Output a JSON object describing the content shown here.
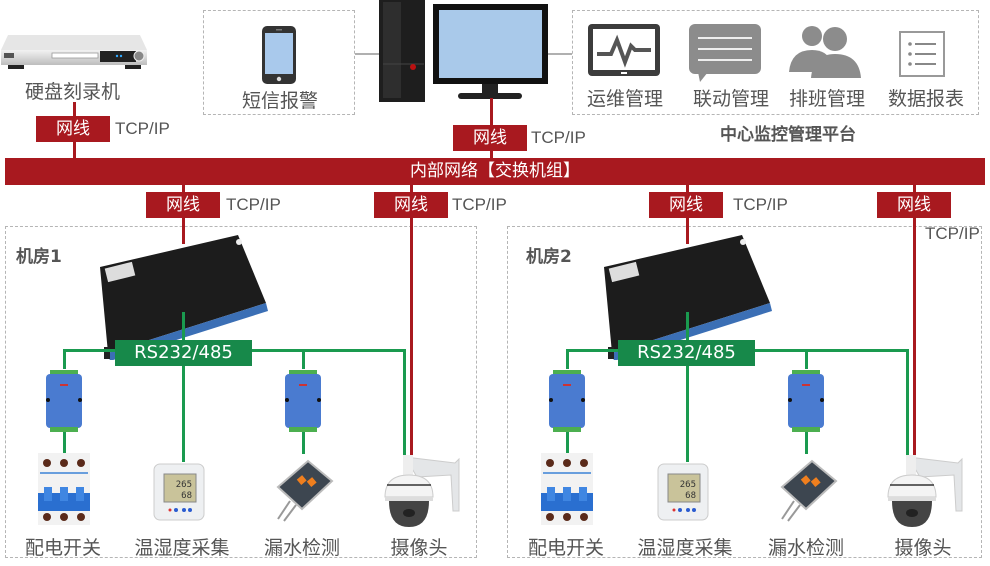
{
  "top": {
    "recorder": {
      "label": "硬盘刻录机",
      "icon": "dvr-recorder-icon"
    },
    "sms": {
      "label": "短信报警",
      "icon": "smartphone-icon"
    },
    "workstation": {
      "icon": "desktop-computer-icon"
    },
    "platform": {
      "title": "中心监控管理平台",
      "items": [
        {
          "label": "运维管理",
          "icon": "monitor-pulse-icon"
        },
        {
          "label": "联动管理",
          "icon": "chat-bubble-icon"
        },
        {
          "label": "排班管理",
          "icon": "users-icon"
        },
        {
          "label": "数据报表",
          "icon": "list-report-icon"
        }
      ]
    }
  },
  "connections": {
    "cable_label": "网线",
    "protocol_label": "TCP/IP",
    "serial_label": "RS232/485"
  },
  "bus": {
    "label": "内部网络【交换机组】"
  },
  "rooms": [
    {
      "title": "机房1",
      "devices": [
        {
          "label": "配电开关",
          "icon": "circuit-breaker-icon"
        },
        {
          "label": "温湿度采集",
          "icon": "thermo-hygrometer-icon"
        },
        {
          "label": "漏水检测",
          "icon": "water-leak-sensor-icon"
        },
        {
          "label": "摄像头",
          "icon": "ptz-camera-icon"
        }
      ]
    },
    {
      "title": "机房2",
      "devices": [
        {
          "label": "配电开关",
          "icon": "circuit-breaker-icon"
        },
        {
          "label": "温湿度采集",
          "icon": "thermo-hygrometer-icon"
        },
        {
          "label": "漏水检测",
          "icon": "water-leak-sensor-icon"
        },
        {
          "label": "摄像头",
          "icon": "ptz-camera-icon"
        }
      ]
    }
  ],
  "colors": {
    "network_red": "#a8191f",
    "serial_green": "#17894a",
    "text_gray": "#555555"
  }
}
